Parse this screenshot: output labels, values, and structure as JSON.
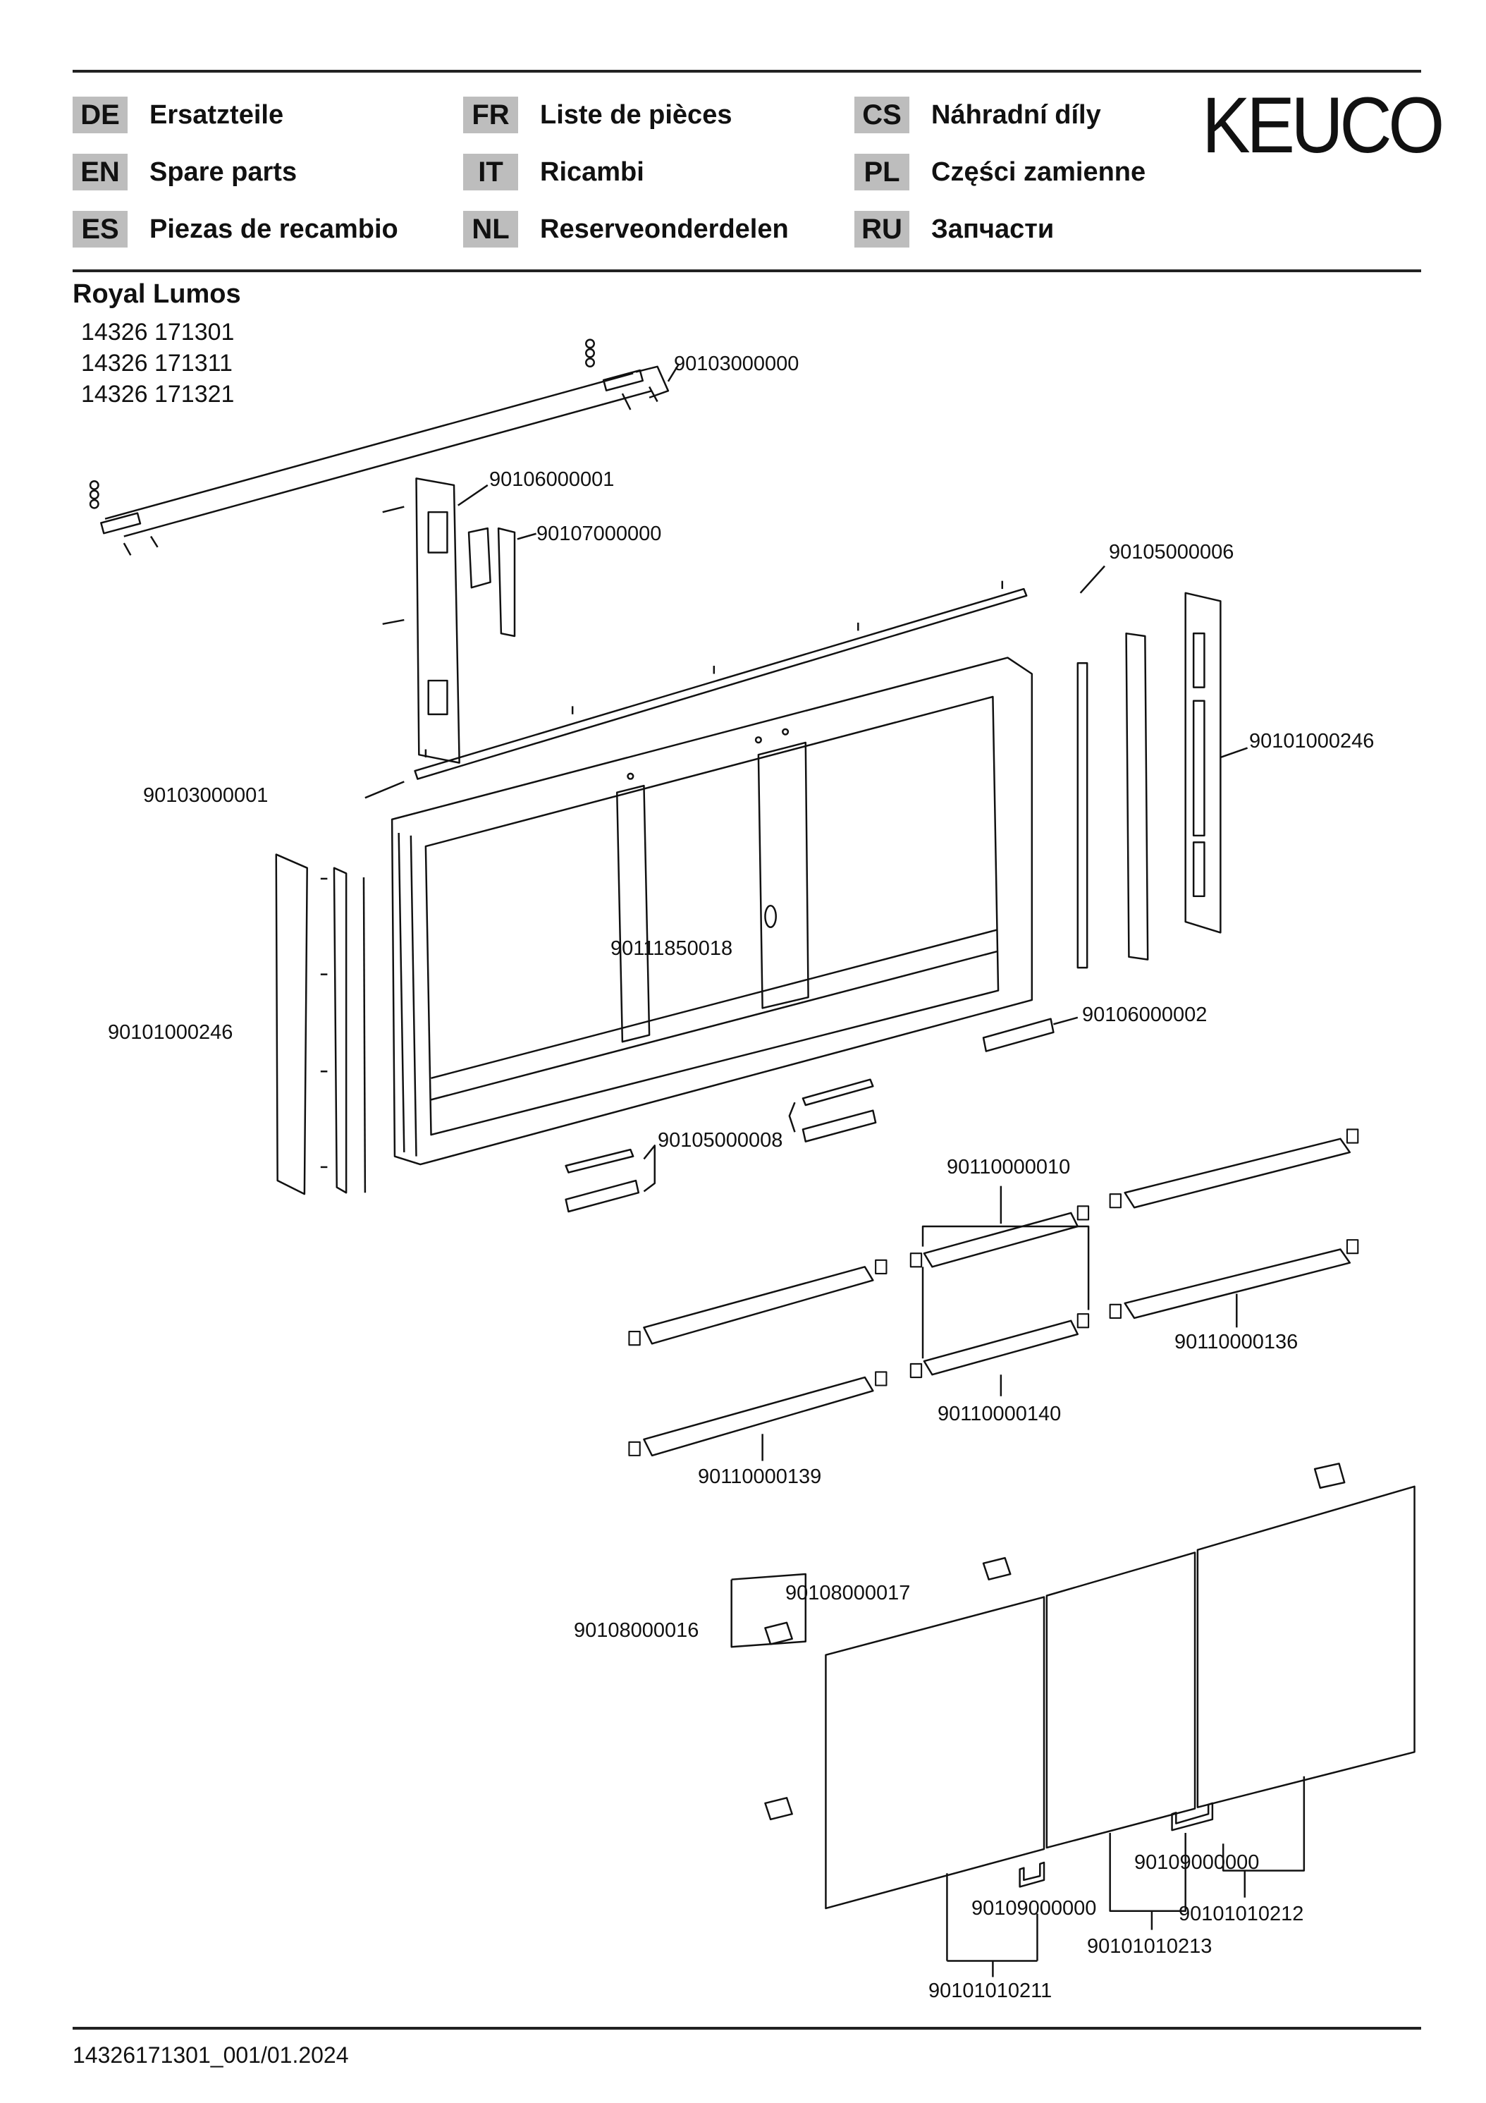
{
  "header": {
    "languages": [
      {
        "code": "DE",
        "label": "Ersatzteile"
      },
      {
        "code": "EN",
        "label": "Spare parts"
      },
      {
        "code": "ES",
        "label": "Piezas de recambio"
      },
      {
        "code": "FR",
        "label": "Liste de pièces"
      },
      {
        "code": "IT",
        "label": "Ricambi"
      },
      {
        "code": "NL",
        "label": "Reserveonderdelen"
      },
      {
        "code": "CS",
        "label": "Náhradní díly"
      },
      {
        "code": "PL",
        "label": "Części zamienne"
      },
      {
        "code": "RU",
        "label": "Запчасти"
      }
    ],
    "logo": "KEUCO"
  },
  "product": {
    "name": "Royal Lumos",
    "models": [
      "14326 171301",
      "14326 171311",
      "14326 171321"
    ]
  },
  "parts": [
    "90103000000",
    "90106000001",
    "90107000000",
    "90105000006",
    "90101000246",
    "90103000001",
    "90111850018",
    "90101000246",
    "90106000002",
    "90105000008",
    "90110000010",
    "90110000136",
    "90110000140",
    "90110000139",
    "90108000017",
    "90108000016",
    "90109000000",
    "90109000000",
    "90101010212",
    "90101010213",
    "90101010211"
  ],
  "footer": "14326171301_001/01.2024"
}
